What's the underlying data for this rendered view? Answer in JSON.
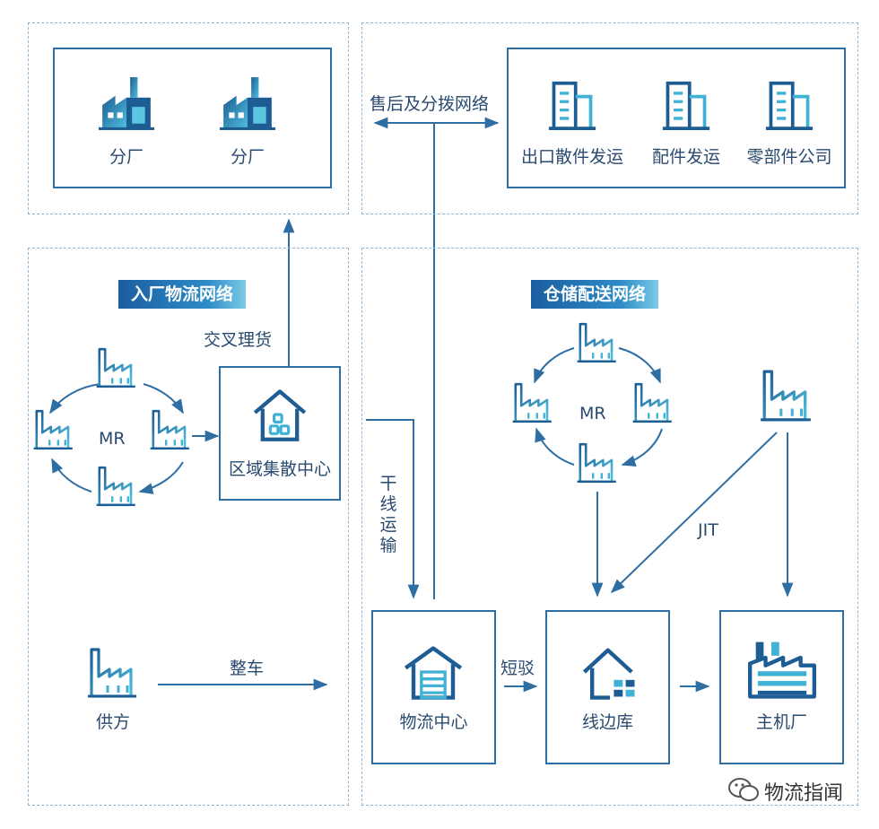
{
  "branch_factories": {
    "label_1": "分厂",
    "label_2": "分厂"
  },
  "aftersales": {
    "label": "售后及分拨网络",
    "export": "出口散件发运",
    "parts": "配件发运",
    "company": "零部件公司"
  },
  "inbound": {
    "tag": "入厂物流网络",
    "cross_dock": "交叉理货",
    "mr": "MR",
    "rdc": "区域集散中心"
  },
  "warehouse": {
    "tag": "仓储配送网络",
    "mr": "MR",
    "jit": "JIT"
  },
  "trunk_transport": "干线运输",
  "supplier": {
    "label": "供方",
    "full_truck": "整车"
  },
  "logistics_center": "物流中心",
  "short_haul": "短驳",
  "line_side": "线边库",
  "oem": "主机厂",
  "watermark": "物流指闻",
  "colors": {
    "line": "#2f6ea3",
    "dash": "#8fb6d6",
    "icon_dark": "#1d5d93",
    "icon_light": "#3fb2d6"
  }
}
